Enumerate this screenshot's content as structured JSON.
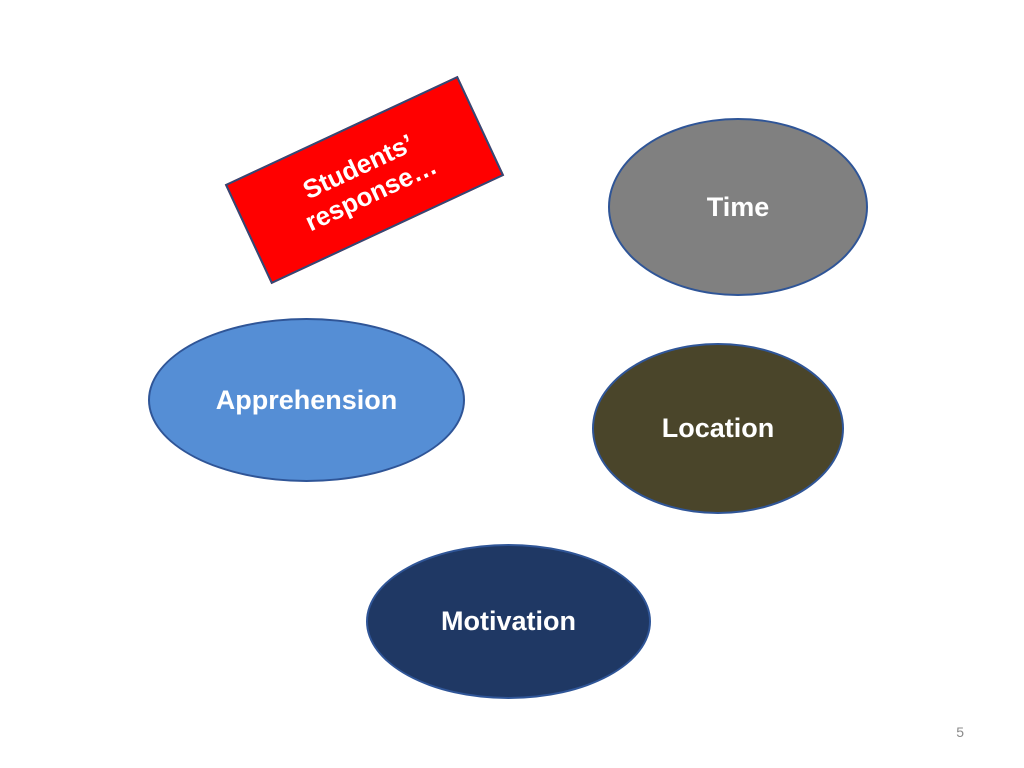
{
  "banner": {
    "text": "Students’\nresponse…",
    "color": "#ff0000"
  },
  "ovals": [
    {
      "id": "time",
      "label": "Time",
      "color": "#808080"
    },
    {
      "id": "apprehension",
      "label": "Apprehension",
      "color": "#558ed5"
    },
    {
      "id": "location",
      "label": "Location",
      "color": "#4a452a"
    },
    {
      "id": "motivation",
      "label": "Motivation",
      "color": "#1f3864"
    }
  ],
  "page_number": "5"
}
